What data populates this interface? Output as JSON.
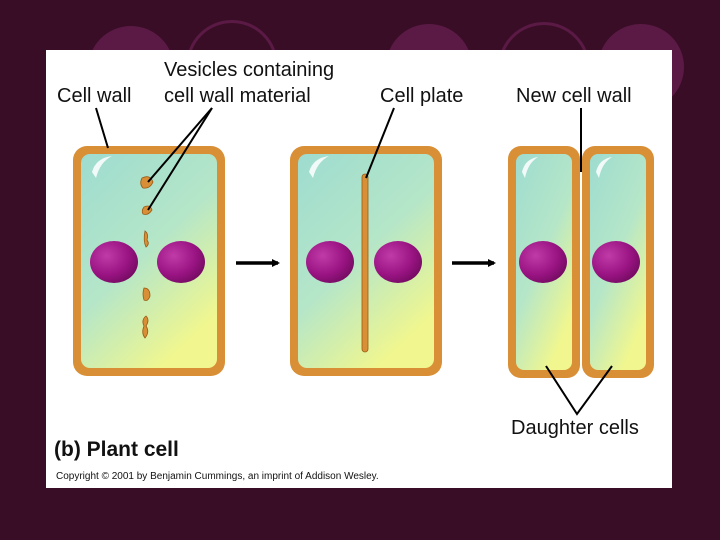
{
  "labels": {
    "cell_wall": "Cell wall",
    "vesicles": [
      "Vesicles containing",
      "cell wall material"
    ],
    "cell_plate": "Cell plate",
    "new_cell_wall": "New cell wall",
    "daughter_cells": "Daughter cells"
  },
  "figure_title": "(b) Plant cell",
  "copyright": "Copyright © 2001 by Benjamin Cummings, an imprint of Addison Wesley.",
  "colors": {
    "background": "#3a0d26",
    "panel": "#ffffff",
    "cell_wall": "#d98f35",
    "cytoplasm_top": "#9edcd0",
    "cytoplasm_bottom": "#ecf590",
    "nucleus": "#a01a86",
    "arrow": "#000000"
  }
}
